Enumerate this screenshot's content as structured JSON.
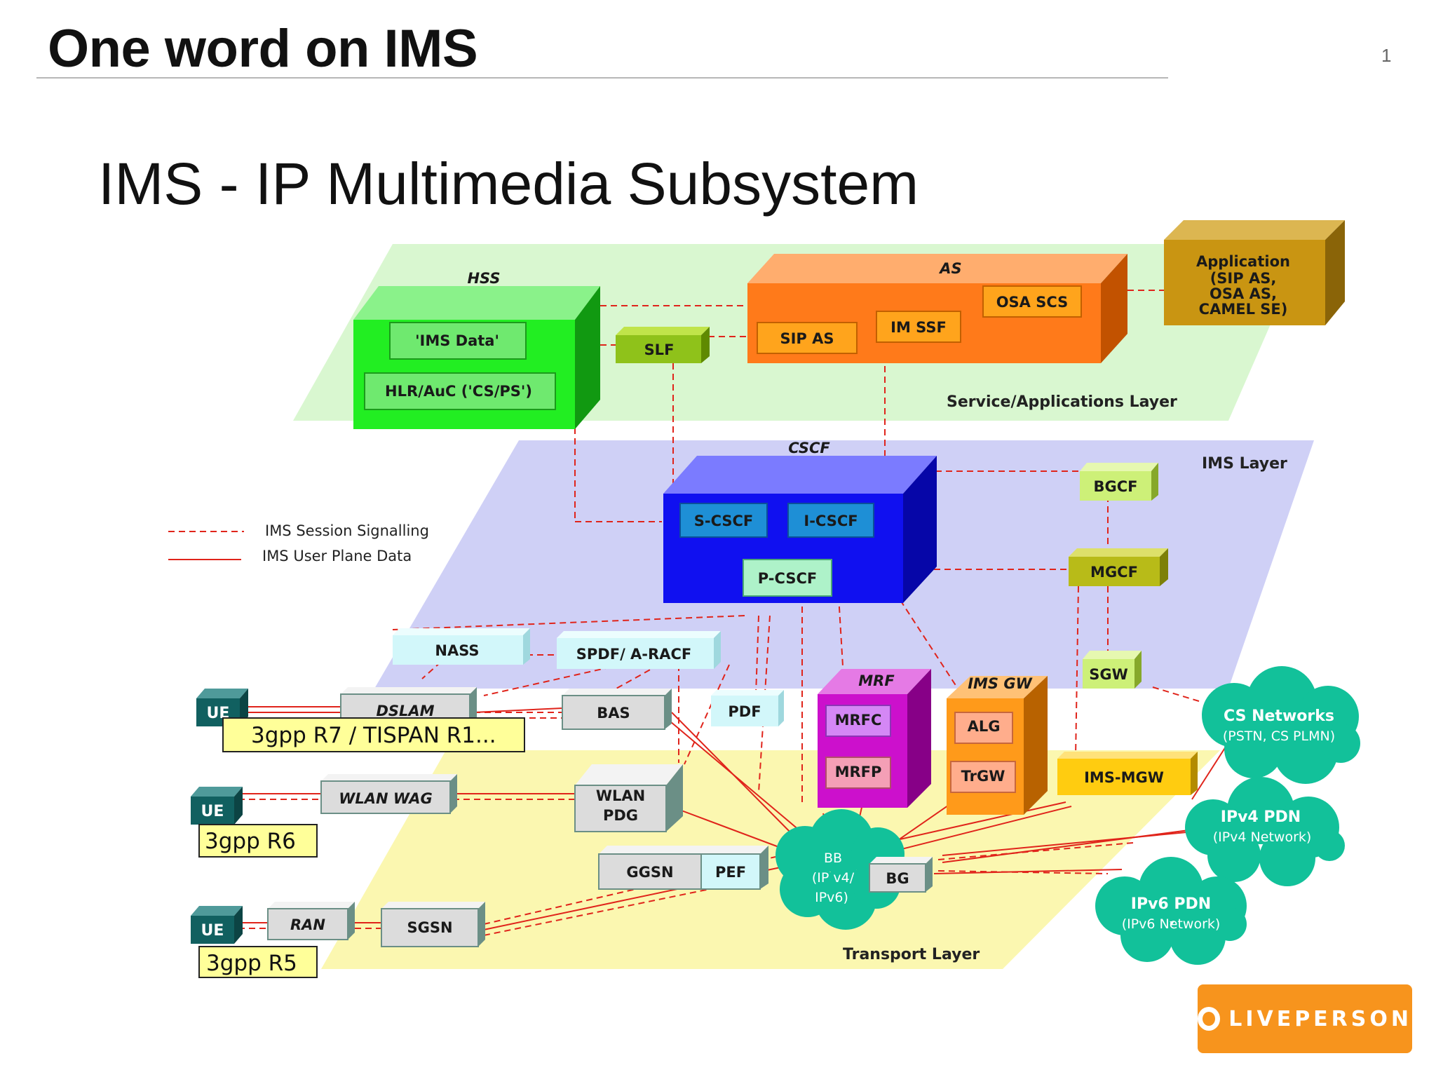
{
  "slide": {
    "title": "One word on IMS",
    "page_number": "1",
    "subtitle": "IMS - IP Multimedia Subsystem"
  },
  "diagram": {
    "layers": {
      "service": "Service/Applications Layer",
      "ims": "IMS Layer",
      "transport": "Transport Layer"
    },
    "legend": {
      "signalling": "IMS Session Signalling",
      "user_plane": "IMS User Plane Data"
    },
    "hss": {
      "title": "HSS",
      "ims_data": "'IMS Data'",
      "hlr": "HLR/AuC ('CS/PS')"
    },
    "slf": "SLF",
    "as": {
      "title": "AS",
      "sip_as": "SIP AS",
      "im_ssf": "IM SSF",
      "osa_scs": "OSA SCS"
    },
    "application": {
      "title": "Application",
      "line1": "(SIP AS,",
      "line2": "OSA AS,",
      "line3": "CAMEL SE)"
    },
    "cscf": {
      "title": "CSCF",
      "s_cscf": "S-CSCF",
      "i_cscf": "I-CSCF",
      "p_cscf": "P-CSCF"
    },
    "bgcf": "BGCF",
    "mgcf": "MGCF",
    "sgw": "SGW",
    "nass": "NASS",
    "spdf": "SPDF/ A-RACF",
    "pdf": "PDF",
    "mrf": {
      "title": "MRF",
      "mrfc": "MRFC",
      "mrfp": "MRFP"
    },
    "ims_gw": {
      "title": "IMS GW",
      "alg": "ALG",
      "trgw": "TrGW"
    },
    "ims_mgw": "IMS-MGW",
    "dslam": "DSLAM",
    "bas": "BAS",
    "wlan_wag": "WLAN WAG",
    "wlan_pdg": {
      "line1": "WLAN",
      "line2": "PDG"
    },
    "ggsn": "GGSN",
    "pef": "PEF",
    "ran": "RAN",
    "sgsn": "SGSN",
    "bg": "BG",
    "bb": {
      "line1": "BB",
      "line2": "(IP v4/",
      "line3": "IPv6)"
    },
    "ue": [
      "UE",
      "UE",
      "UE"
    ],
    "releases": [
      "3gpp R7 / TISPAN R1...",
      "3gpp R6",
      "3gpp R5"
    ],
    "networks": {
      "cs": {
        "title": "CS Networks",
        "sub": "(PSTN, CS PLMN)"
      },
      "ipv4": {
        "title": "IPv4 PDN",
        "sub": "(IPv4 Network)"
      },
      "ipv6": {
        "title": "IPv6 PDN",
        "sub": "(IPv6 Network)"
      }
    }
  },
  "logo": {
    "text": "LIVEPERSON"
  },
  "colors": {
    "signalling_line": "#e0241b",
    "service_layer": "#d9f7d0",
    "ims_layer": "#cfd0f6",
    "transport_layer": "#fbf7b0",
    "hss": "#22ee22",
    "as": "#ff7a1a",
    "application": "#c99512",
    "cscf": "#1010f0",
    "mrf": "#cc10cc",
    "ims_gw": "#ff9a1a",
    "ims_mgw": "#ffcc10",
    "cloud": "#12c19a",
    "logo": "#f7941d"
  }
}
